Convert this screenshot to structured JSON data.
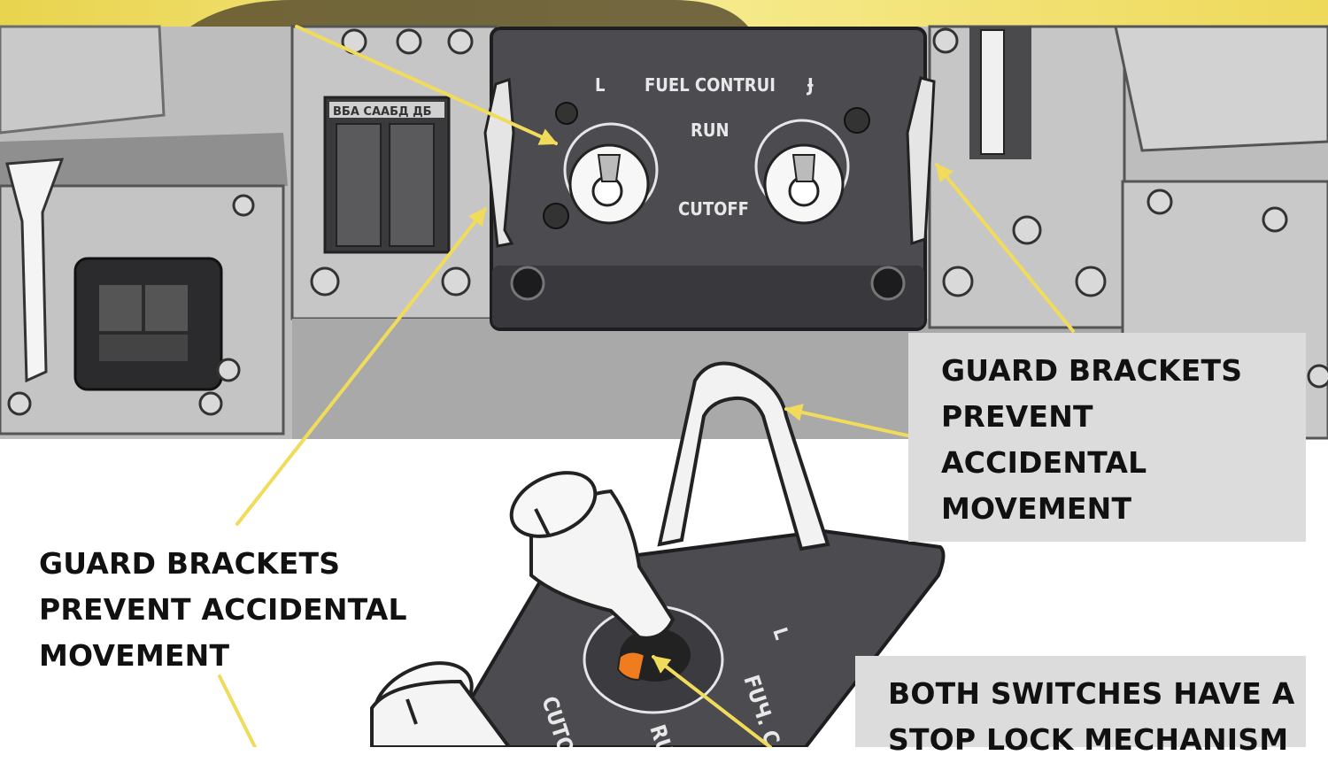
{
  "panel": {
    "side_left": "L",
    "title": "FUEL CONTRUI",
    "side_right": "Ɉ",
    "run": "RUN",
    "cutoff": "CUTOFF",
    "side_label": "ВБА СААБД ДБ"
  },
  "closeup": {
    "side_letter": "L",
    "fuel": "FUЧ. C",
    "run": "RU",
    "cutoff": "CUTO"
  },
  "callouts": {
    "right_top": [
      "GUARD BRACKETS",
      "PREVENT",
      "ACCIDENTAL",
      "MOVEMENT"
    ],
    "left_bottom": [
      "GUARD BRACKETS",
      "PREVENT ACCIDENTAL",
      "MOVEMENT"
    ],
    "right_bottom": [
      "BOTH SWITCHES HAVE A",
      "STOP LOCK MECHANISM"
    ]
  },
  "colors": {
    "banner": "#f1df6a",
    "arrow": "#f0dc5a",
    "panel": "#4b4b50",
    "console": "#b9b9b9",
    "callout_box": "#dcdcdc"
  }
}
